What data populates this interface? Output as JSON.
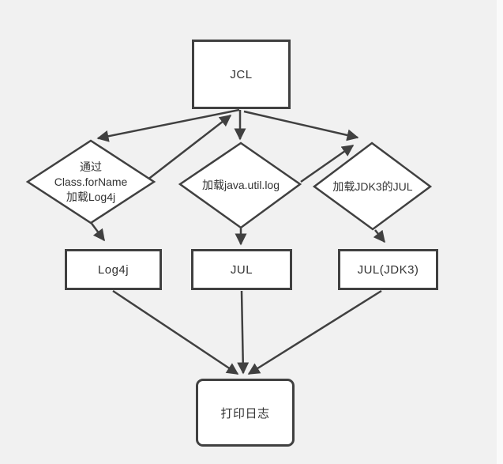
{
  "diagram": {
    "title": "JCL logging selection flowchart",
    "colors": {
      "canvas_background": "#f1f1f1",
      "node_fill": "#ffffff",
      "stroke": "#404040",
      "text": "#333333"
    },
    "nodes": {
      "jcl": {
        "label": "JCL",
        "shape": "rect"
      },
      "d_log4j": {
        "lines": [
          "通过",
          "Class.forName",
          "加载Log4j"
        ],
        "shape": "diamond"
      },
      "d_jul": {
        "label": "加载java.util.log",
        "shape": "diamond"
      },
      "d_jdk3": {
        "label": "加载JDK3的JUL",
        "shape": "diamond"
      },
      "log4j": {
        "label": "Log4j",
        "shape": "rect"
      },
      "jul": {
        "label": "JUL",
        "shape": "rect"
      },
      "jul_jdk3": {
        "label": "JUL(JDK3)",
        "shape": "rect"
      },
      "print": {
        "label": "打印日志",
        "shape": "rounded-rect"
      }
    },
    "edges": [
      {
        "from": "jcl",
        "to": "d_log4j"
      },
      {
        "from": "d_log4j",
        "to": "jcl"
      },
      {
        "from": "jcl",
        "to": "d_jul"
      },
      {
        "from": "jcl",
        "to": "d_jdk3"
      },
      {
        "from": "d_jul",
        "to": "d_jdk3"
      },
      {
        "from": "d_log4j",
        "to": "log4j"
      },
      {
        "from": "d_jul",
        "to": "jul"
      },
      {
        "from": "d_jdk3",
        "to": "jul_jdk3"
      },
      {
        "from": "log4j",
        "to": "print"
      },
      {
        "from": "jul",
        "to": "print"
      },
      {
        "from": "jul_jdk3",
        "to": "print"
      }
    ]
  }
}
